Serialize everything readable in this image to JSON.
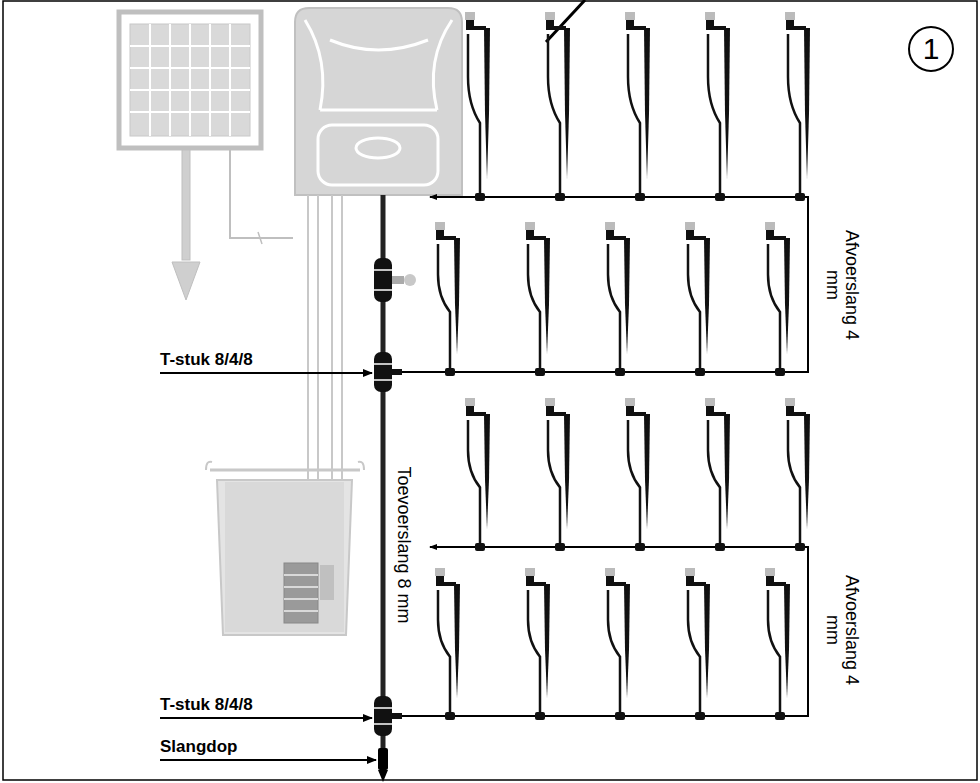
{
  "diagram": {
    "nodes": [
      {
        "text": [
          "1"
        ]
      }
    ],
    "labels": [
      "T-stuk 8/4/8",
      "T-stuk 8/4/8",
      "Slangdop",
      "Toevoerslang 8 mm",
      "Afvoerslang 4 mm",
      "Afvoerslang 4 mm"
    ]
  }
}
